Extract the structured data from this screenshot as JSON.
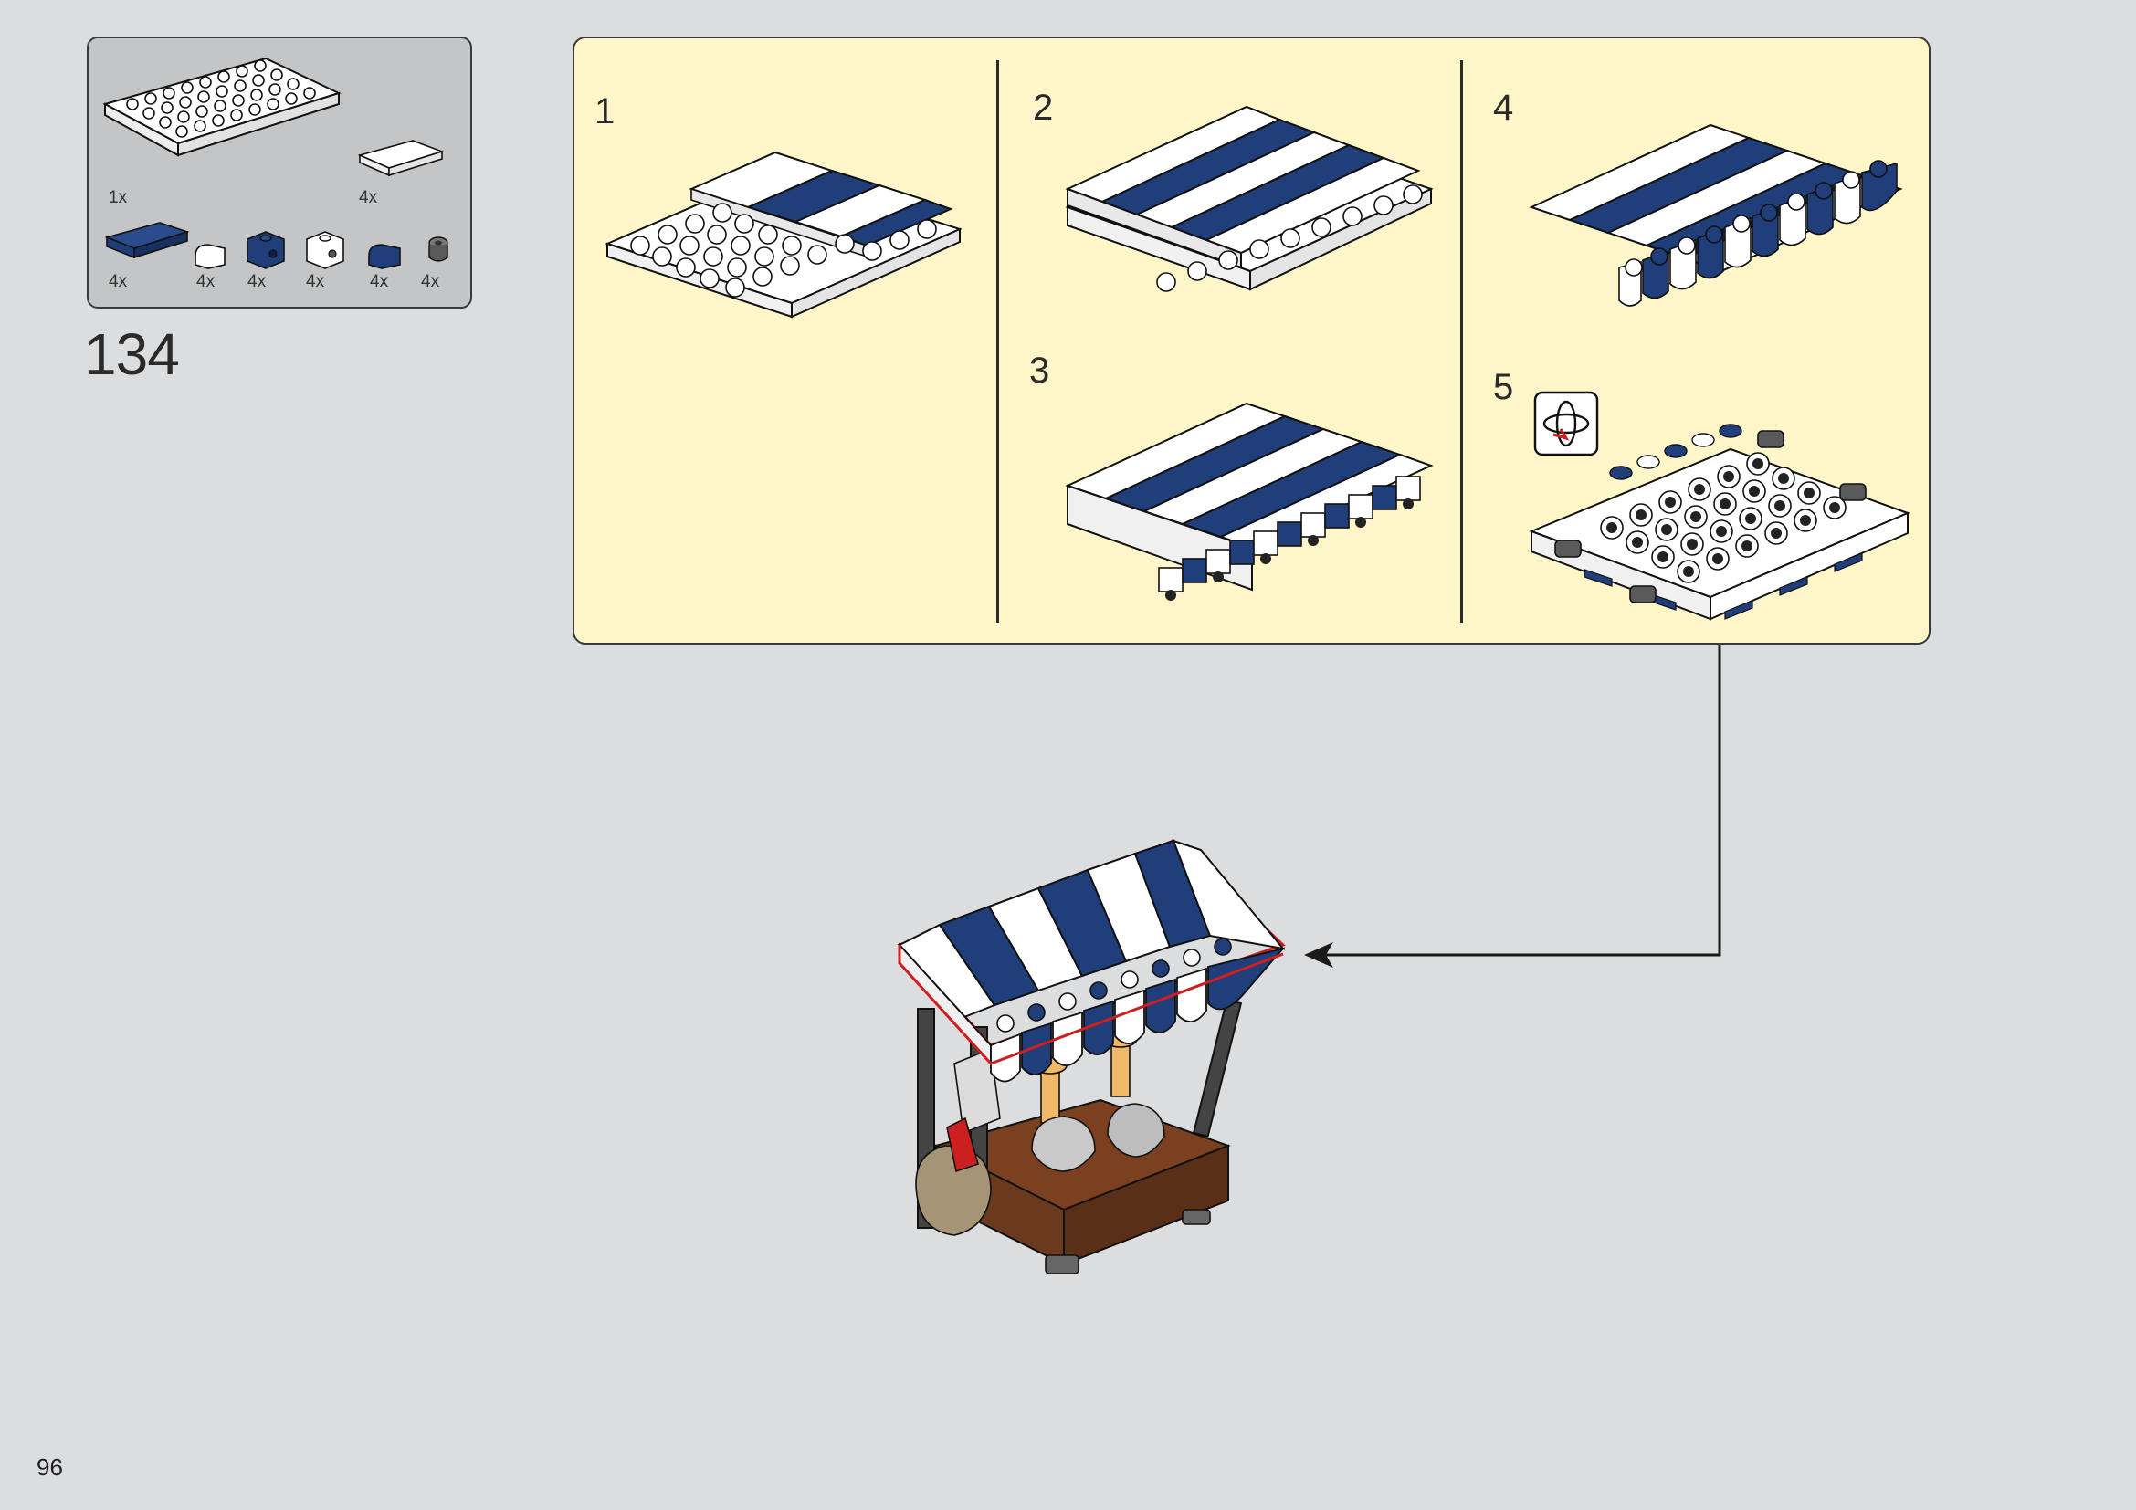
{
  "page": {
    "page_number": "96",
    "step_number": "134"
  },
  "parts_list": {
    "items": [
      {
        "name": "plate-4x8-white",
        "qty": "1x"
      },
      {
        "name": "tile-1x4-white",
        "qty": "4x"
      },
      {
        "name": "tile-1x4-dark-blue",
        "qty": "4x"
      },
      {
        "name": "curved-slope-white",
        "qty": "4x"
      },
      {
        "name": "bracket-dark-blue",
        "qty": "4x"
      },
      {
        "name": "bracket-white",
        "qty": "4x"
      },
      {
        "name": "curved-slope-dark-blue",
        "qty": "4x"
      },
      {
        "name": "clip-dark-grey",
        "qty": "4x"
      }
    ]
  },
  "substeps": [
    {
      "label": "1"
    },
    {
      "label": "2"
    },
    {
      "label": "3"
    },
    {
      "label": "4"
    },
    {
      "label": "5"
    }
  ],
  "colors": {
    "panel_bg": "#fef5c8",
    "page_bg": "#dcdddf",
    "parts_bg": "#c4c5c7",
    "brick_white": "#ffffff",
    "brick_dark_blue": "#1f3e7a",
    "brick_brown": "#6b3a1e",
    "highlight_red": "#cc1f1f",
    "outline": "#1a1a1a"
  },
  "icons": {
    "rotate": "rotate-model-icon",
    "arrow": "placement-arrow"
  }
}
